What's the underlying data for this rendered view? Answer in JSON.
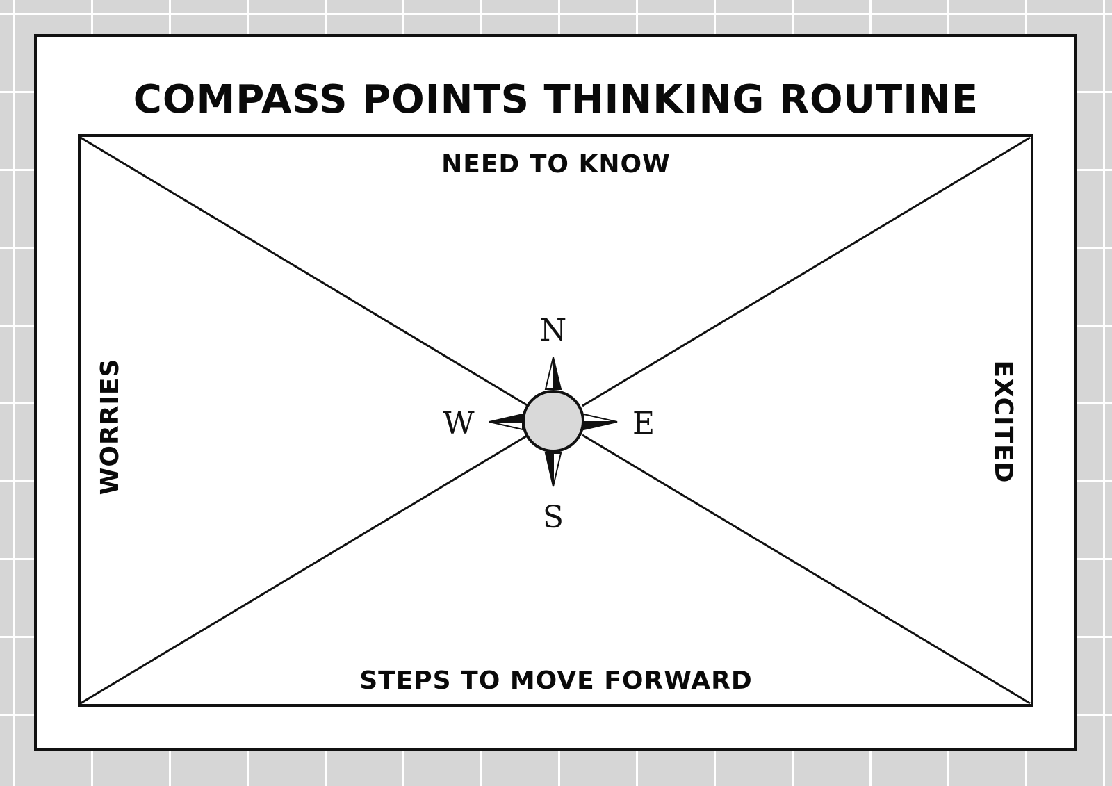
{
  "title": "COMPASS POINTS THINKING ROUTINE",
  "sections": {
    "north": "NEED TO KNOW",
    "south": "STEPS TO MOVE FORWARD",
    "west": "WORRIES",
    "east": "EXCITED"
  },
  "compass": {
    "north": "N",
    "south": "S",
    "west": "W",
    "east": "E",
    "center_color": "#d9d9d9"
  },
  "colors": {
    "background": "#d6d6d6",
    "grid_lines": "#ffffff",
    "sheet": "#ffffff",
    "ink": "#111111"
  }
}
